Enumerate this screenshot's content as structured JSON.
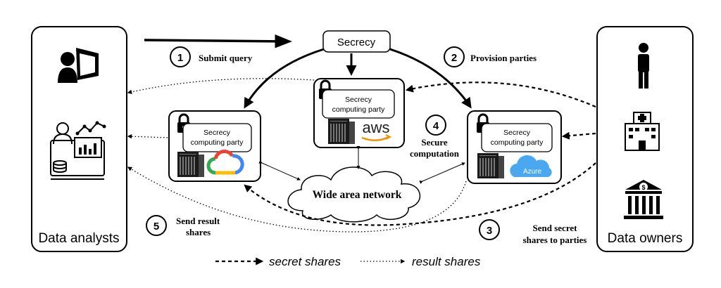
{
  "analysts": {
    "label": "Data analysts"
  },
  "owners": {
    "label": "Data owners"
  },
  "secrecy": {
    "label": "Secrecy"
  },
  "parties": {
    "center": {
      "label_line1": "Secrecy",
      "label_line2": "computing party",
      "cloud": "aws"
    },
    "left": {
      "label_line1": "Secrecy",
      "label_line2": "computing party",
      "cloud": "google-cloud"
    },
    "right": {
      "label_line1": "Secrecy",
      "label_line2": "computing party",
      "cloud": "Azure"
    }
  },
  "network": {
    "label": "Wide area network"
  },
  "steps": [
    {
      "num": "1",
      "line1": "Submit query",
      "line2": ""
    },
    {
      "num": "2",
      "line1": "Provision parties",
      "line2": ""
    },
    {
      "num": "3",
      "line1": "Send secret",
      "line2": "shares to parties"
    },
    {
      "num": "4",
      "line1": "Secure",
      "line2": "computation"
    },
    {
      "num": "5",
      "line1": "Send result",
      "line2": "shares"
    }
  ],
  "legend": {
    "secret": "secret shares",
    "result": "result shares"
  },
  "icons": {
    "analyst": "presenter-icon",
    "dashboard": "analytics-dashboard-icon",
    "person": "person-icon",
    "hospital": "hospital-icon",
    "bank": "bank-icon",
    "lock": "lock-icon",
    "server": "server-rack-icon"
  }
}
